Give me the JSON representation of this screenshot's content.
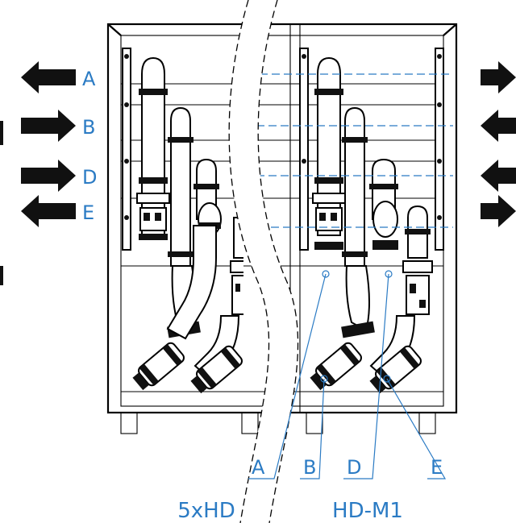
{
  "flow_labels_left": [
    "A",
    "B",
    "D",
    "E"
  ],
  "flow_labels_left_direction": [
    "out",
    "in",
    "in",
    "out"
  ],
  "flow_labels_right_direction": [
    "out",
    "in",
    "in",
    "out"
  ],
  "leader_labels": [
    "A",
    "B",
    "D",
    "E"
  ],
  "unit_left_caption": "5xHD",
  "unit_right_caption": "HD-M1",
  "colors": {
    "label": "#2b7bc4",
    "lines": "#000000"
  }
}
